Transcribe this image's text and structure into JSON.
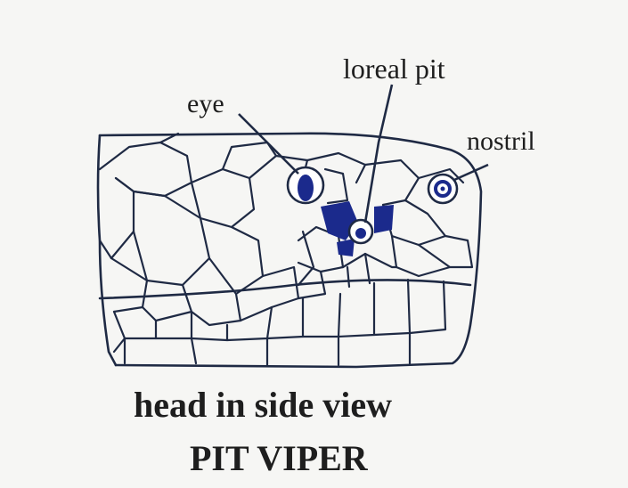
{
  "labels": {
    "eye": "eye",
    "loreal_pit": "loreal pit",
    "nostril": "nostril"
  },
  "caption": {
    "line1": "head in side view",
    "line2": "PIT VIPER"
  },
  "colors": {
    "ink": "#1f2a44",
    "scale_fill": "#1b2a8c",
    "background": "#f6f6f4"
  }
}
